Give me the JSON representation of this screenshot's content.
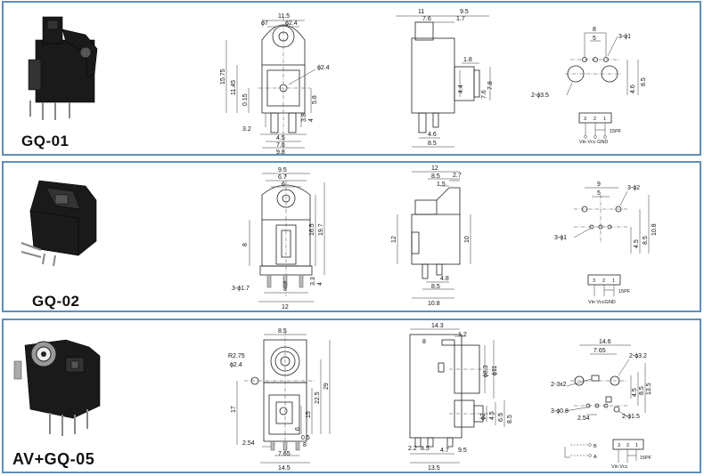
{
  "colors": {
    "panel_border": "#5f8fb8",
    "background": "#ffffff"
  },
  "rows": [
    {
      "model": "GQ-01",
      "front": {
        "w_top": "11.5",
        "d1": "ϕ7",
        "d2": "ϕ2.4",
        "lens": "ϕ2.4",
        "h_total": "15.75",
        "h_body": "11.45",
        "h_off": "0.15",
        "h_lens": "5.8",
        "h_pin1": "3.8",
        "h_pin2": "4",
        "w_pin": "3.2",
        "p1": "4.5",
        "p2": "7.6",
        "p3": "9.8"
      },
      "side": {
        "w1": "11",
        "w2": "9.5",
        "w3": "7.6",
        "w4": "1.7",
        "w5": "1.8",
        "h1": "4.4",
        "h2": "7.6",
        "h3": "7.8",
        "b1": "4.6",
        "b2": "8.5"
      },
      "pcb": {
        "w1": "8",
        "w2": "5",
        "hole1": "3-ϕ1",
        "hole2": "2-ϕ3.5",
        "h1": "4.6",
        "h2": "8.5",
        "pins": [
          "3",
          "2",
          "1"
        ],
        "cap": "15PF",
        "pin_labels": "Vin Vcc GND"
      }
    },
    {
      "model": "GQ-02",
      "front": {
        "w1": "9.5",
        "w2": "6.7",
        "w3": "6",
        "h1": "8",
        "h2": "16.5",
        "h3": "19.7",
        "h4": "3.3",
        "h5": "4",
        "holes": "3-ϕ1.7",
        "p1": "5",
        "p2": "8",
        "p3": "12"
      },
      "side": {
        "w1": "12",
        "w2": "8.5",
        "w3": "2.7",
        "w4": "1.5",
        "h1": "12",
        "h2": "10",
        "b1": "4.8",
        "b2": "8.5",
        "b3": "10.8"
      },
      "pcb": {
        "w1": "9",
        "w2": "5",
        "hole1": "3-ϕ2",
        "hole2": "3-ϕ1",
        "h1": "4.5",
        "h2": "8.5",
        "h3": "10.8",
        "pins": [
          "3",
          "2",
          "1"
        ],
        "cap": "15PF",
        "pin_labels": "Vin VccGND"
      }
    },
    {
      "model": "AV+GQ-05",
      "front": {
        "w1": "8.5",
        "r": "R2.75",
        "d": "ϕ2.4",
        "h1": "17",
        "h2": "6",
        "h3": "15",
        "h4": "22.5",
        "h5": "29",
        "h6": "0.5",
        "h7": "8",
        "b1": "2.54",
        "b2": "7.65",
        "b3": "14.5"
      },
      "side": {
        "w1": "14.3",
        "w2": "1.2",
        "w3": "8",
        "d1": "ϕ8.3",
        "d2": "ϕ11",
        "d3": "ϕ2",
        "h1": "4.5",
        "h2": "6.5",
        "h3": "8.5",
        "b1": "2.2",
        "b2": "8.5",
        "b3": "4.7",
        "b4": "9.5",
        "b5": "13.5"
      },
      "pcb": {
        "w1": "14.6",
        "w2": "7.65",
        "h1": "2-ϕ3.2",
        "h2": "2-3x2",
        "h3": "3-ϕ0.8",
        "h4": "2-ϕ1.5",
        "p1": "2.54",
        "v1": "4.5",
        "v2": "8.5",
        "v3": "13.5",
        "pins": [
          "3",
          "2",
          "1"
        ],
        "cap": "15PF",
        "pin_labels": "Vin Vcc",
        "sw_b": "B",
        "sw_a": "A"
      }
    }
  ]
}
